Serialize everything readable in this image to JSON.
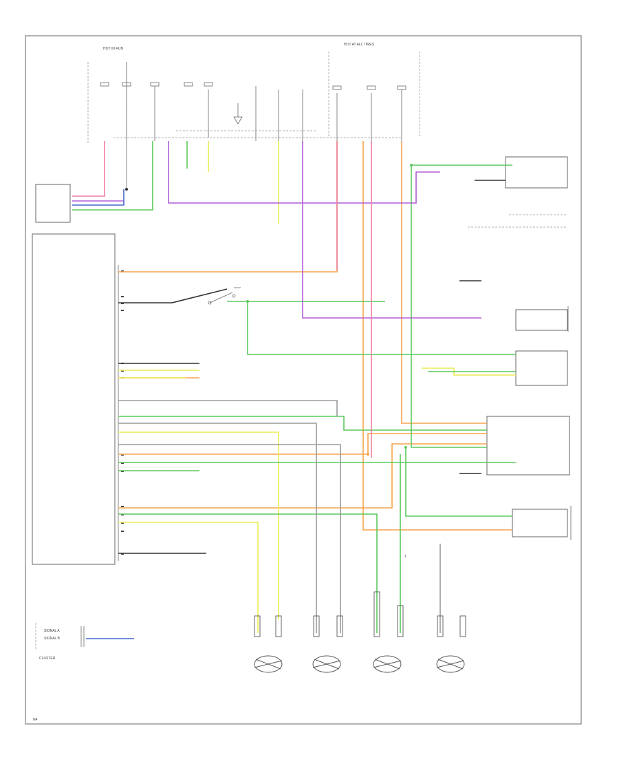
{
  "labels": {
    "cluster": "CLUSTER",
    "signal_a": "SIGNAL A",
    "signal_b": "SIGNAL B",
    "hot_in_run": "HOT IN RUN",
    "hot_at_all_times": "HOT AT ALL TIMES",
    "pin_dash": "1",
    "pin_n4": "N4"
  },
  "colors": {
    "green": "#5bc85b",
    "orange": "#f5a34a",
    "yellow": "#ecec50",
    "purple": "#b25ed6",
    "pink": "#f07da0",
    "blue": "#4466cc",
    "gray": "#9a9a9a",
    "black": "#333333"
  }
}
